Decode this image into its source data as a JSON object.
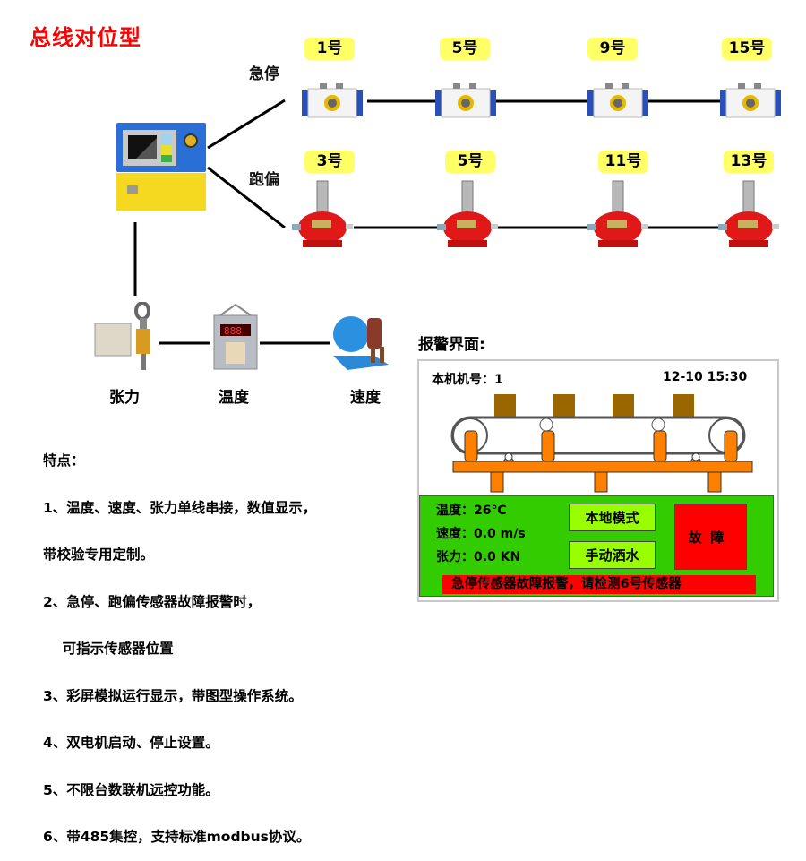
{
  "title": "总线对位型",
  "controller": {
    "name": "main-controller"
  },
  "rows": {
    "emergency_stop": {
      "label": "急停",
      "tags": [
        "1号",
        "5号",
        "9号",
        "15号"
      ]
    },
    "deviation": {
      "label": "跑偏",
      "tags": [
        "3号",
        "5号",
        "11号",
        "13号"
      ]
    }
  },
  "sensors": [
    {
      "label": "张力",
      "icon": "tension-sensor-icon"
    },
    {
      "label": "温度",
      "icon": "temperature-sensor-icon"
    },
    {
      "label": "速度",
      "icon": "speed-sensor-icon"
    }
  ],
  "features": {
    "heading": "特点：",
    "items": [
      "1、温度、速度、张力单线串接，数值显示，",
      "带校验专用定制。",
      "2、急停、跑偏传感器故障报警时，",
      "    可指示传感器位置",
      "3、彩屏模拟运行显示，带图型操作系统。",
      "4、双电机启动、停止设置。",
      "5、不限台数联机远控功能。",
      "6、带485集控，支持标准modbus协议。"
    ]
  },
  "alarm_screen": {
    "heading": "报警界面:",
    "machine_no": "本机机号：1",
    "datetime": "12-10  15:30",
    "stats": {
      "temperature": "温度：26℃",
      "speed": "速度：0.0 m/s",
      "tension": "张力：0.0 KN"
    },
    "buttons": {
      "local_mode": "本地模式",
      "manual_spray": "手动洒水",
      "fault": "故障"
    },
    "alarm_message": "急停传感器故障报警，请检测6号传感器",
    "colors": {
      "panel_bg": "#33cc00",
      "button_bg": "#99ff00",
      "fault": "#ff0000",
      "cargo": "#996600",
      "frame": "#ff8000"
    }
  }
}
